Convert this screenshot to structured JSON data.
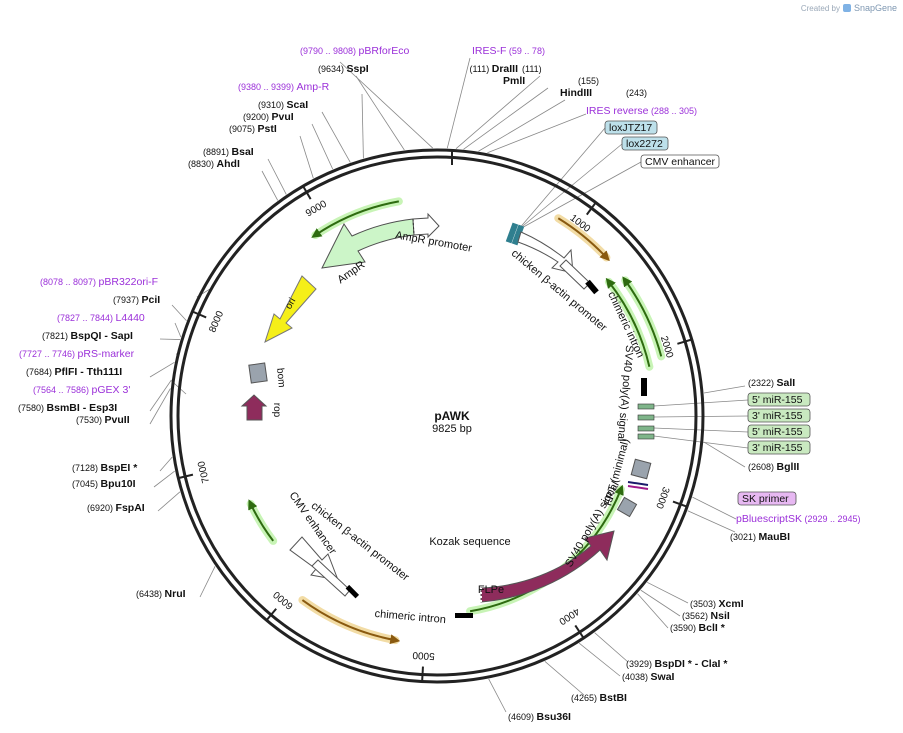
{
  "app": {
    "created_by": "Created by",
    "brand": "SnapGene"
  },
  "plasmid": {
    "name": "pAWK",
    "size_label": "9825 bp",
    "length": 9825
  },
  "colors": {
    "site": "#111111",
    "primer": "#9b30d9",
    "ampr": "#ccf5c8",
    "ori": "#f5ef18",
    "rop": "#8e2c5c",
    "flpe": "#8e2c5c",
    "sv40": "#f7f7f7",
    "blue_feature": "#bde0ea",
    "green_feature": "#c9e9c0",
    "halo_green": "#c8f4b6",
    "halo_orange": "#f2dca5"
  },
  "ticks": [
    "1000",
    "2000",
    "3000",
    "4000",
    "5000",
    "6000",
    "7000",
    "8000",
    "9000"
  ],
  "sites": [
    {
      "pos": "(9634)",
      "name": "SspI",
      "star": ""
    },
    {
      "pos": "(111)",
      "name": "DraIII",
      "star": ""
    },
    {
      "pos": "(155)",
      "name": "PmlI",
      "star": ""
    },
    {
      "pos": "(243)",
      "name": "HindIII",
      "star": ""
    },
    {
      "pos": "(9310)",
      "name": "ScaI",
      "star": ""
    },
    {
      "pos": "(9200)",
      "name": "PvuI",
      "star": ""
    },
    {
      "pos": "(9075)",
      "name": "PstI",
      "star": ""
    },
    {
      "pos": "(8891)",
      "name": "BsaI",
      "star": ""
    },
    {
      "pos": "(8830)",
      "name": "AhdI",
      "star": ""
    },
    {
      "pos": "(7937)",
      "name": "PciI",
      "star": ""
    },
    {
      "pos": "(7821)",
      "name": "BspQI",
      "star": "- SapI"
    },
    {
      "pos": "(7684)",
      "name": "PflFI",
      "star": "- Tth111I"
    },
    {
      "pos": "(7580)",
      "name": "BsmBI",
      "star": "- Esp3I"
    },
    {
      "pos": "(7530)",
      "name": "PvuII",
      "star": ""
    },
    {
      "pos": "(7128)",
      "name": "BspEI",
      "star": " *"
    },
    {
      "pos": "(7045)",
      "name": "Bpu10I",
      "star": ""
    },
    {
      "pos": "(6920)",
      "name": "FspAI",
      "star": ""
    },
    {
      "pos": "(6438)",
      "name": "NruI",
      "star": ""
    },
    {
      "pos": "(2322)",
      "name": "SalI",
      "star": ""
    },
    {
      "pos": "(2608)",
      "name": "BglII",
      "star": ""
    },
    {
      "pos": "(3021)",
      "name": "MauBI",
      "star": ""
    },
    {
      "pos": "(3503)",
      "name": "XcmI",
      "star": ""
    },
    {
      "pos": "(3562)",
      "name": "NsiI",
      "star": ""
    },
    {
      "pos": "(3590)",
      "name": "BclI",
      "star": " *"
    },
    {
      "pos": "(3929)",
      "name": "BspDI *",
      "star": "- ClaI *"
    },
    {
      "pos": "(4038)",
      "name": "SwaI",
      "star": ""
    },
    {
      "pos": "(4265)",
      "name": "BstBI",
      "star": ""
    },
    {
      "pos": "(4609)",
      "name": "Bsu36I",
      "star": ""
    }
  ],
  "primers": [
    {
      "pos": "(9790 .. 9808)",
      "name": "pBRforEco"
    },
    {
      "pos": "(59 .. 78)",
      "name": "IRES-F"
    },
    {
      "pos": "(9380 .. 9399)",
      "name": "Amp-R"
    },
    {
      "pos": "(288 .. 305)",
      "name": "IRES reverse"
    },
    {
      "pos": "(8078 .. 8097)",
      "name": "pBR322ori-F"
    },
    {
      "pos": "(7827 .. 7844)",
      "name": "L4440"
    },
    {
      "pos": "(7727 .. 7746)",
      "name": "pRS-marker"
    },
    {
      "pos": "(7564 .. 7586)",
      "name": "pGEX 3'"
    },
    {
      "pos": "(2929 .. 2945)",
      "name": "pBluescriptSK"
    }
  ],
  "boxed_labels": [
    "loxJTZ17",
    "lox2272",
    "CMV enhancer",
    "5' miR-155",
    "3' miR-155",
    "5' miR-155",
    "3' miR-155",
    "SK primer"
  ],
  "features": {
    "ampr_promoter": "AmpR promoter",
    "ampr": "AmpR",
    "ori": "ori",
    "bom": "bom",
    "rop": "rop",
    "cba_promoter": "chicken β-actin promoter",
    "chimeric_intron": "chimeric intron",
    "sv40_polya": "SV40 poly(A) signal",
    "frt": "FRT (minimal)",
    "sv40_polya2": "SV40 poly(A) signal",
    "kozak": "Kozak sequence",
    "flpe": "FLPe",
    "cmv_enhancer2": "CMV enhancer",
    "cba_promoter2": "chicken β-actin promoter",
    "chimeric_intron2": "chimeric intron"
  }
}
